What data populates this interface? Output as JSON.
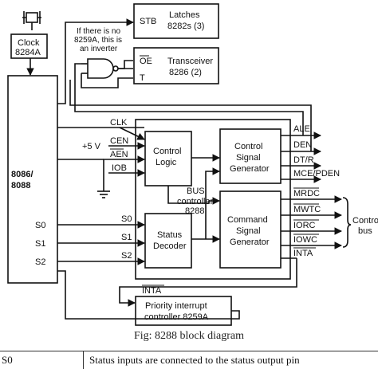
{
  "diagram": {
    "crystal_label": "",
    "clock": {
      "line1": "Clock",
      "line2": "8284A"
    },
    "cpu": {
      "line1": "8086/",
      "line2": "8088",
      "pins": [
        "S0",
        "S1",
        "S2"
      ]
    },
    "latches": {
      "pin": "STB",
      "line1": "Latches",
      "line2": "8282s (3)"
    },
    "transceiver": {
      "pin_oe": "OE",
      "pin_t": "T",
      "line1": "Transceiver",
      "line2": "8286 (2)"
    },
    "inverter_note": [
      "If there is no",
      "8259A, this is",
      "an inverter"
    ],
    "bus_controller": {
      "label_line1": "BUS",
      "label_line2": "controller",
      "label_line3": "8288",
      "inputs": [
        "CLK",
        "CEN",
        "AEN",
        "IOB"
      ],
      "supply": "+5 V",
      "status_inputs": [
        "S0",
        "S1",
        "S2"
      ],
      "control_logic": [
        "Control",
        "Logic"
      ],
      "control_signal_generator": [
        "Control",
        "Signal",
        "Generator"
      ],
      "status_decoder": [
        "Status",
        "Decoder"
      ],
      "command_signal_generator": [
        "Command",
        "Signal",
        "Generator"
      ],
      "outputs_control": [
        "ALE",
        "DEN",
        "DT/R",
        "MCE/PDEN"
      ],
      "outputs_command": [
        "MRDC",
        "MWTC",
        "IORC",
        "IOWC",
        "INTA"
      ],
      "control_bus_label": [
        "Control",
        "bus"
      ]
    },
    "interrupt_controller": {
      "input": "INTA",
      "line1": "Priority interrupt",
      "line2": "controller 8259A"
    }
  },
  "caption": "Fig: 8288 block diagram",
  "table_partial": {
    "col1": "S0",
    "col2": "Status inputs are connected to the status output pin"
  }
}
